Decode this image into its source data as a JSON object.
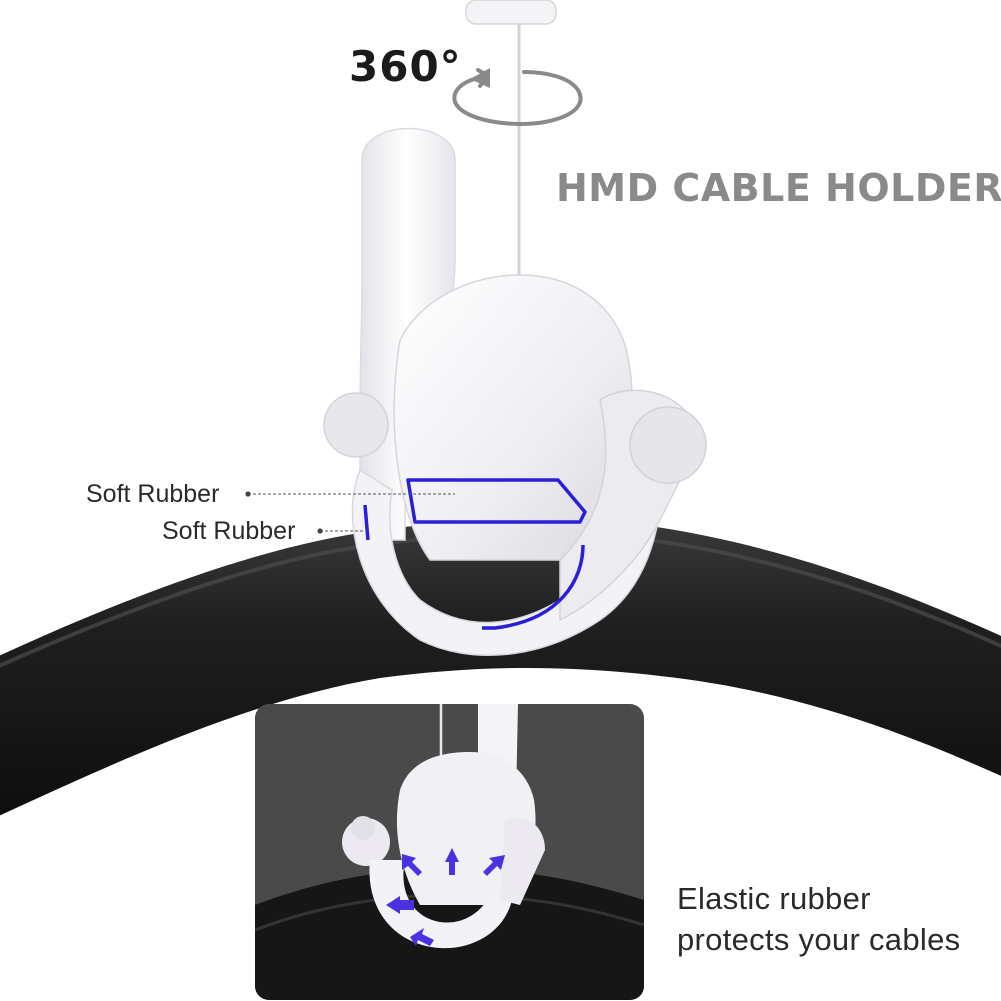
{
  "image": {
    "rotation_label": "360°",
    "title": "HMD CABLE HOLDER",
    "labels": [
      "Soft Rubber",
      "Soft Rubber"
    ],
    "caption": {
      "line1": "Elastic rubber",
      "line2": "protects your cables"
    },
    "colors": {
      "background": "#ffffff",
      "inset_panel": "#4a4a4a",
      "cable": "#1c1c1c",
      "holder": "#efeef3",
      "highlight": "#2a1fd8",
      "arrows": "#4a32e0",
      "title_text": "#8a8a8a"
    },
    "icons": [
      "rotate-arrow-icon",
      "expand-arrows-icon"
    ]
  }
}
